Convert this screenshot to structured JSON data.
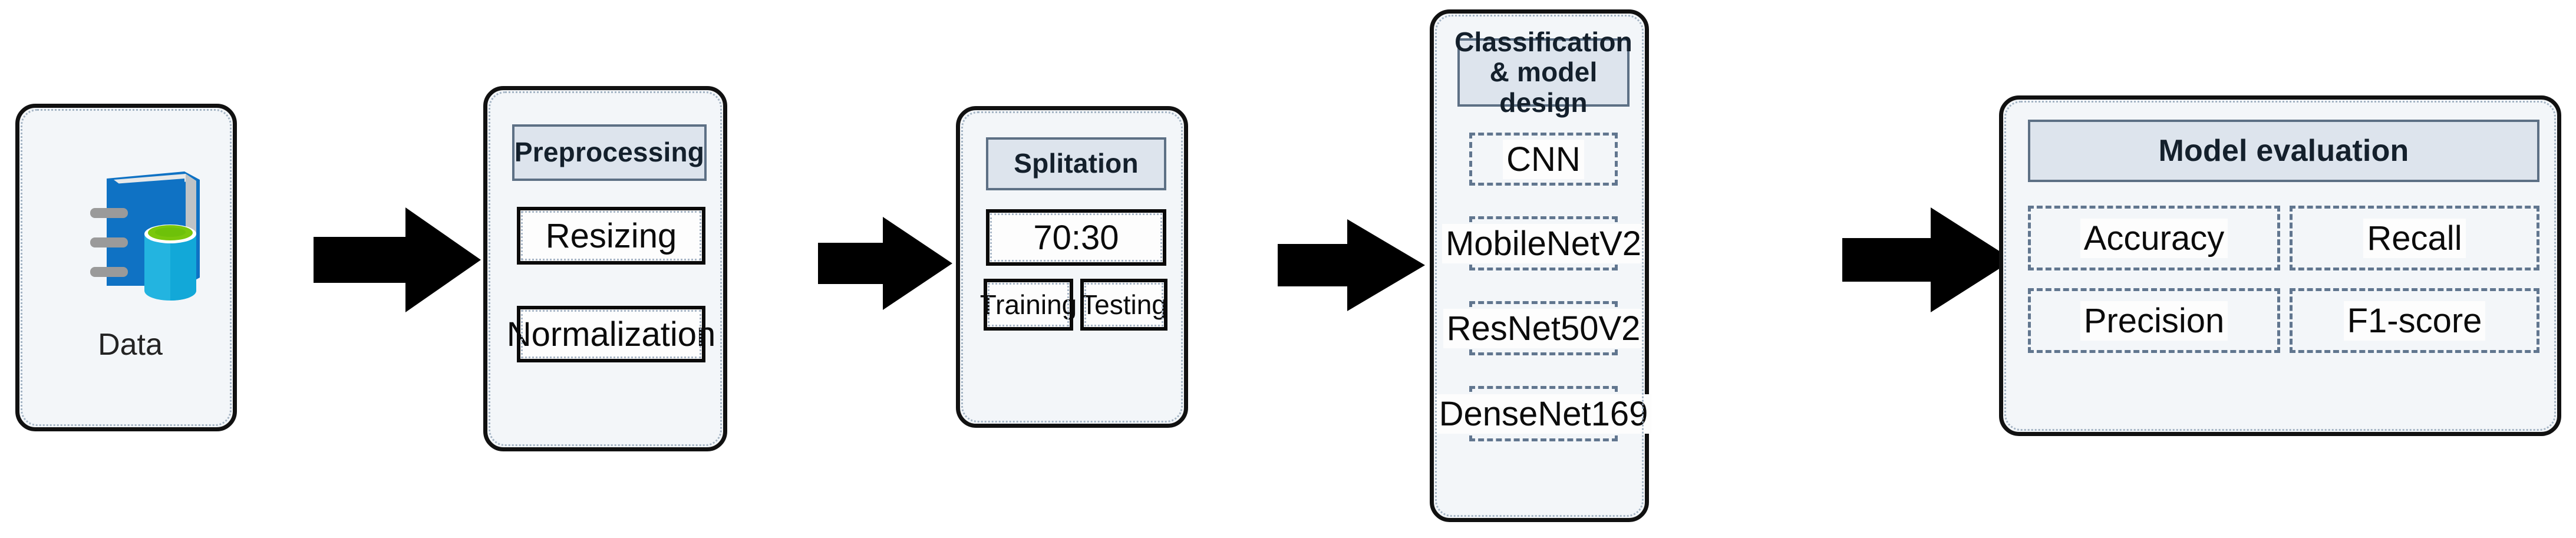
{
  "diagram": {
    "title": "Deep learning pipeline flowchart",
    "colors": {
      "card_fill": "#f3f6f9",
      "card_border": "#111111",
      "header_fill": "#dde4ed",
      "header_border": "#5d7085",
      "dashed_border": "#61768f",
      "solid_border": "#0a0a0a",
      "arrow": "#000000",
      "icon_book_blue": "#0f72c4",
      "icon_db_cyan": "#23b4e0",
      "icon_db_green": "#7ac70c",
      "icon_ring_gray": "#9a9a9a"
    }
  },
  "stages": {
    "data": {
      "label": "Data",
      "icon": "book-database-icon"
    },
    "preprocessing": {
      "header": "Preprocessing",
      "items": [
        {
          "label": "Resizing"
        },
        {
          "label": "Normalization"
        }
      ]
    },
    "splitation": {
      "header": "Splitation",
      "ratio": "70:30",
      "items": [
        {
          "label": "Training"
        },
        {
          "label": "Testing"
        }
      ]
    },
    "classification": {
      "header": "Classification & model design",
      "models": [
        {
          "label": "CNN"
        },
        {
          "label": "MobileNetV2"
        },
        {
          "label": "ResNet50V2"
        },
        {
          "label": "DenseNet169"
        }
      ]
    },
    "evaluation": {
      "header": "Model evaluation",
      "metrics": [
        {
          "label": "Accuracy"
        },
        {
          "label": "Recall"
        },
        {
          "label": "Precision"
        },
        {
          "label": "F1-score"
        }
      ]
    }
  },
  "arrows": [
    {
      "name": "data-to-preprocessing"
    },
    {
      "name": "preprocessing-to-splitation"
    },
    {
      "name": "splitation-to-classification"
    },
    {
      "name": "classification-to-evaluation"
    }
  ]
}
